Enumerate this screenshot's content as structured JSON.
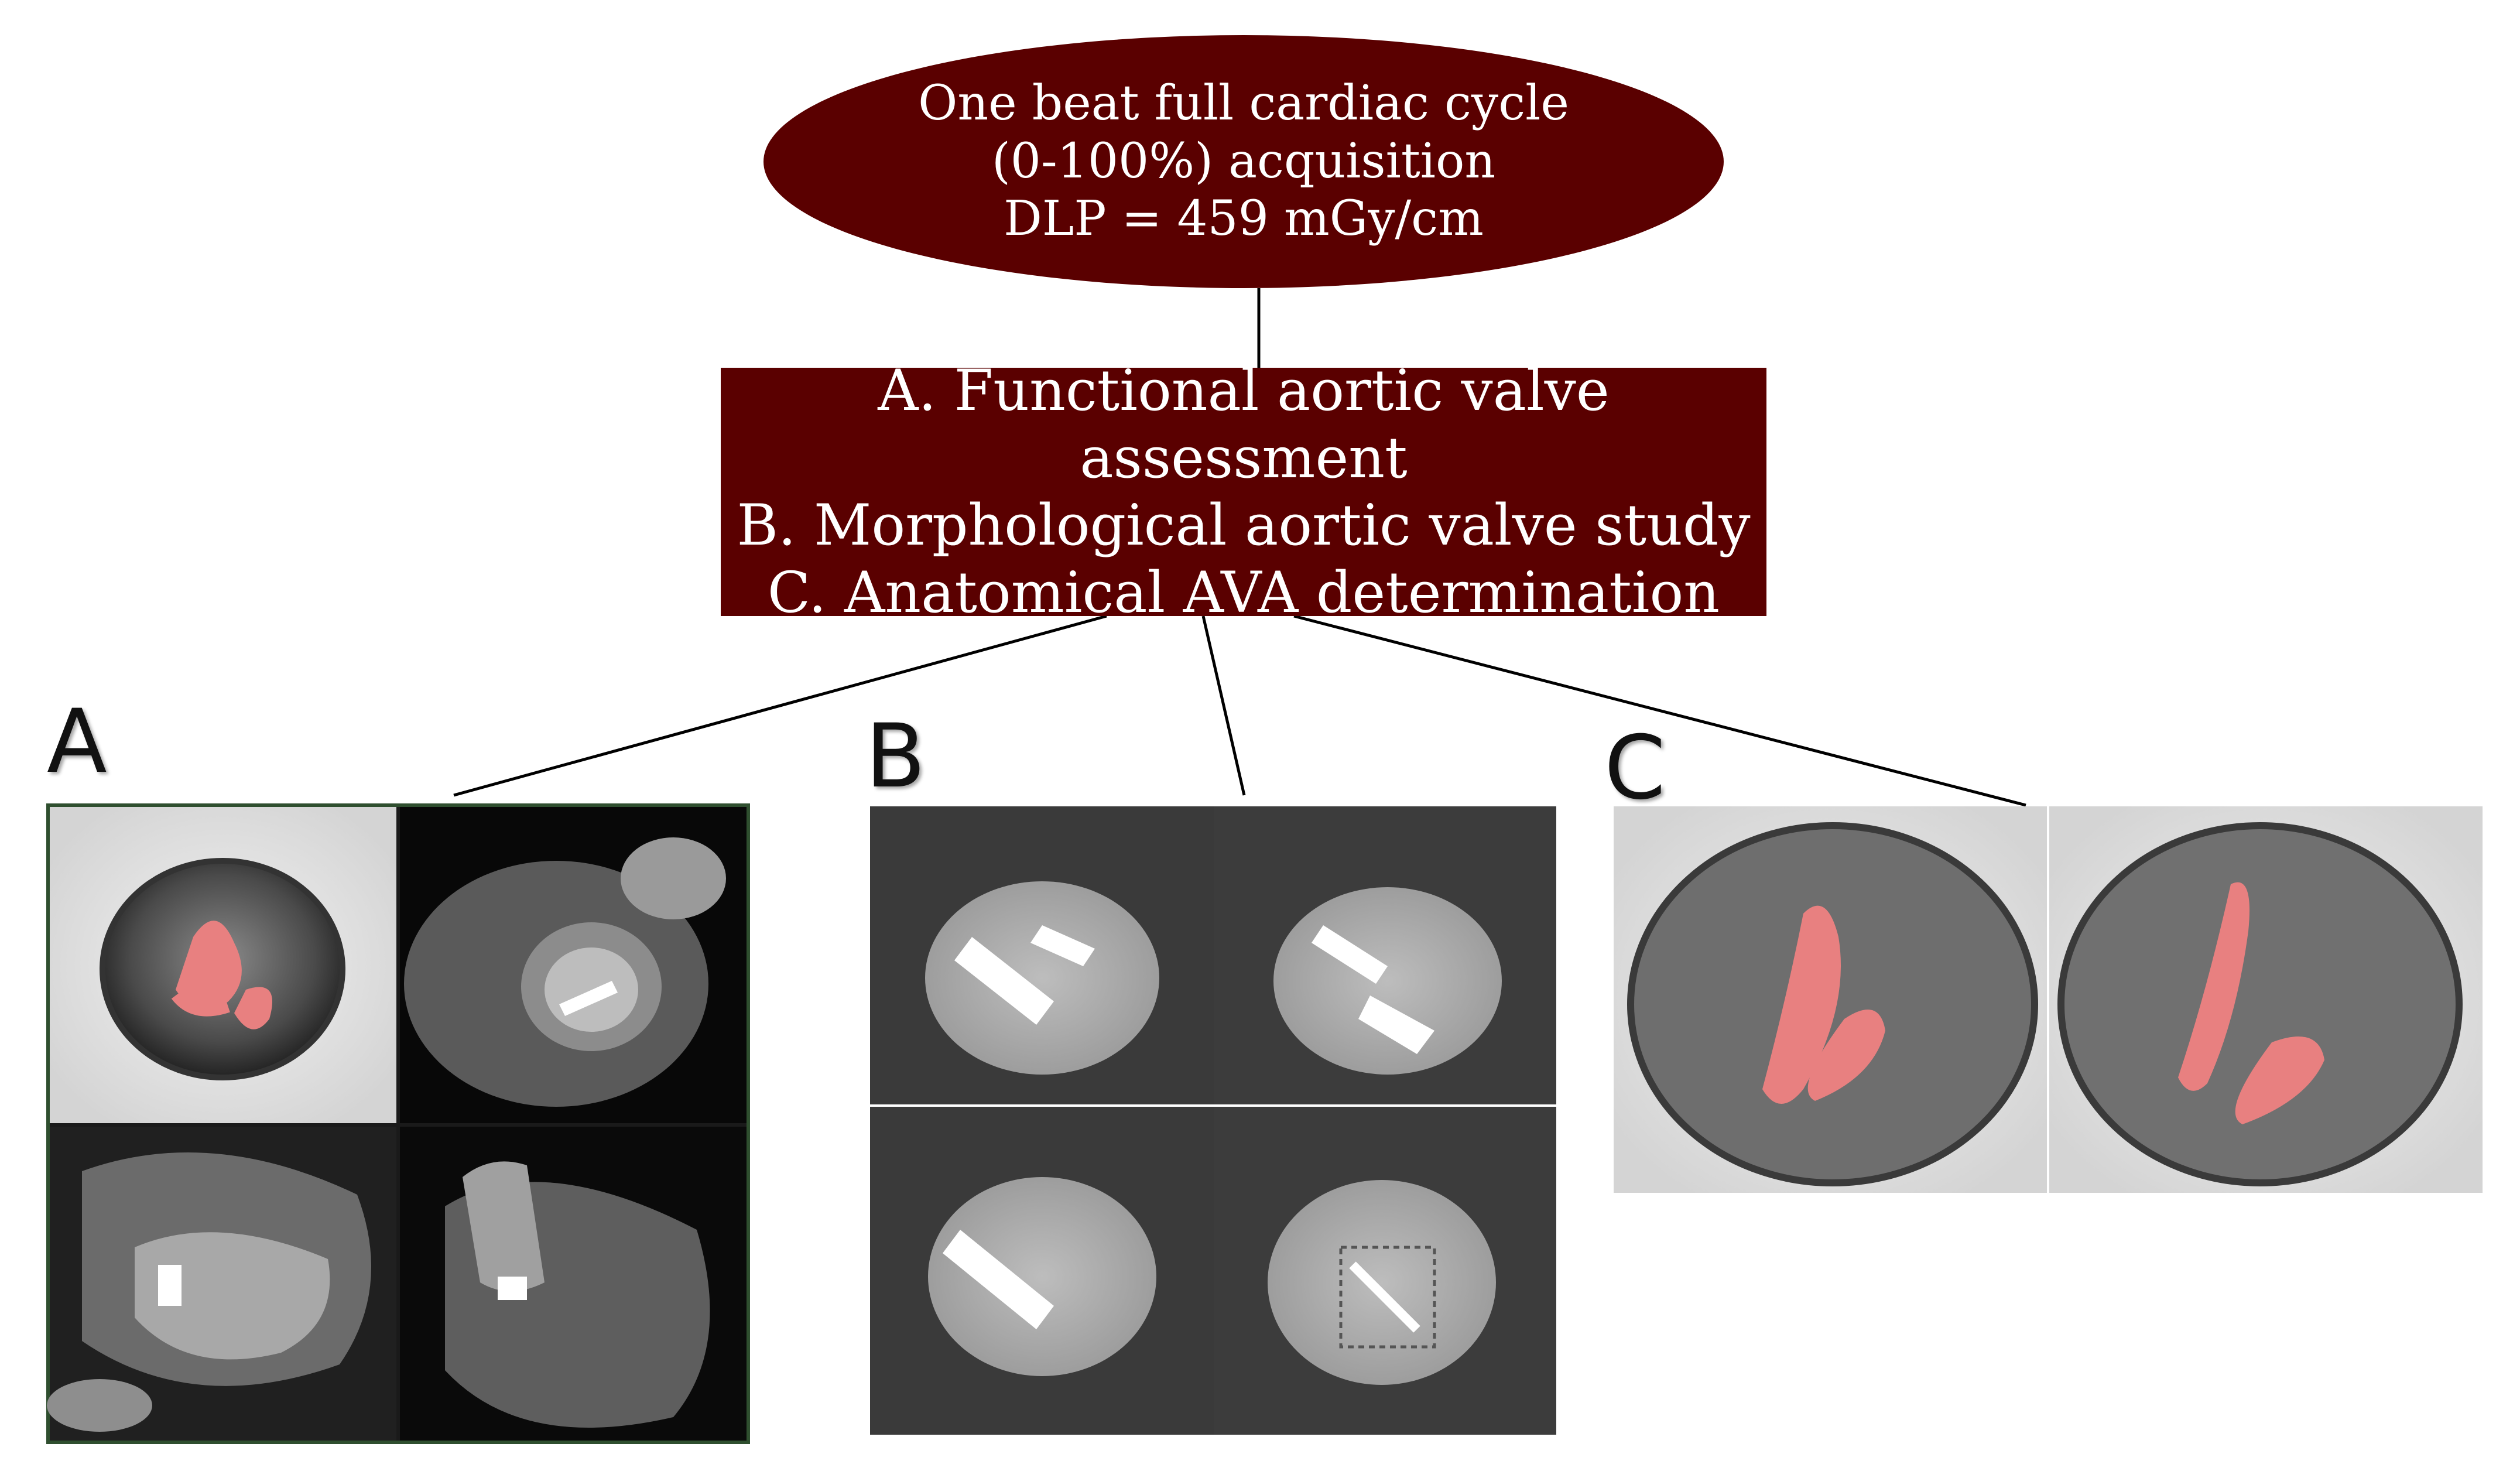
{
  "acquisition": {
    "lines": [
      "One beat full cardiac cycle",
      "(0-100%) acquisition",
      "DLP = 459 mGy/cm"
    ]
  },
  "analyses": {
    "lines": [
      "A. Functional aortic valve assessment",
      "B. Morphological aortic valve study",
      "C. Anatomical AVA determination"
    ]
  },
  "panels": {
    "a_label": "A",
    "b_label": "B",
    "c_label": "C"
  },
  "colors": {
    "node_fill": "#5a0000",
    "node_text": "#ffffff",
    "calcium_highlight": "#e88080"
  }
}
